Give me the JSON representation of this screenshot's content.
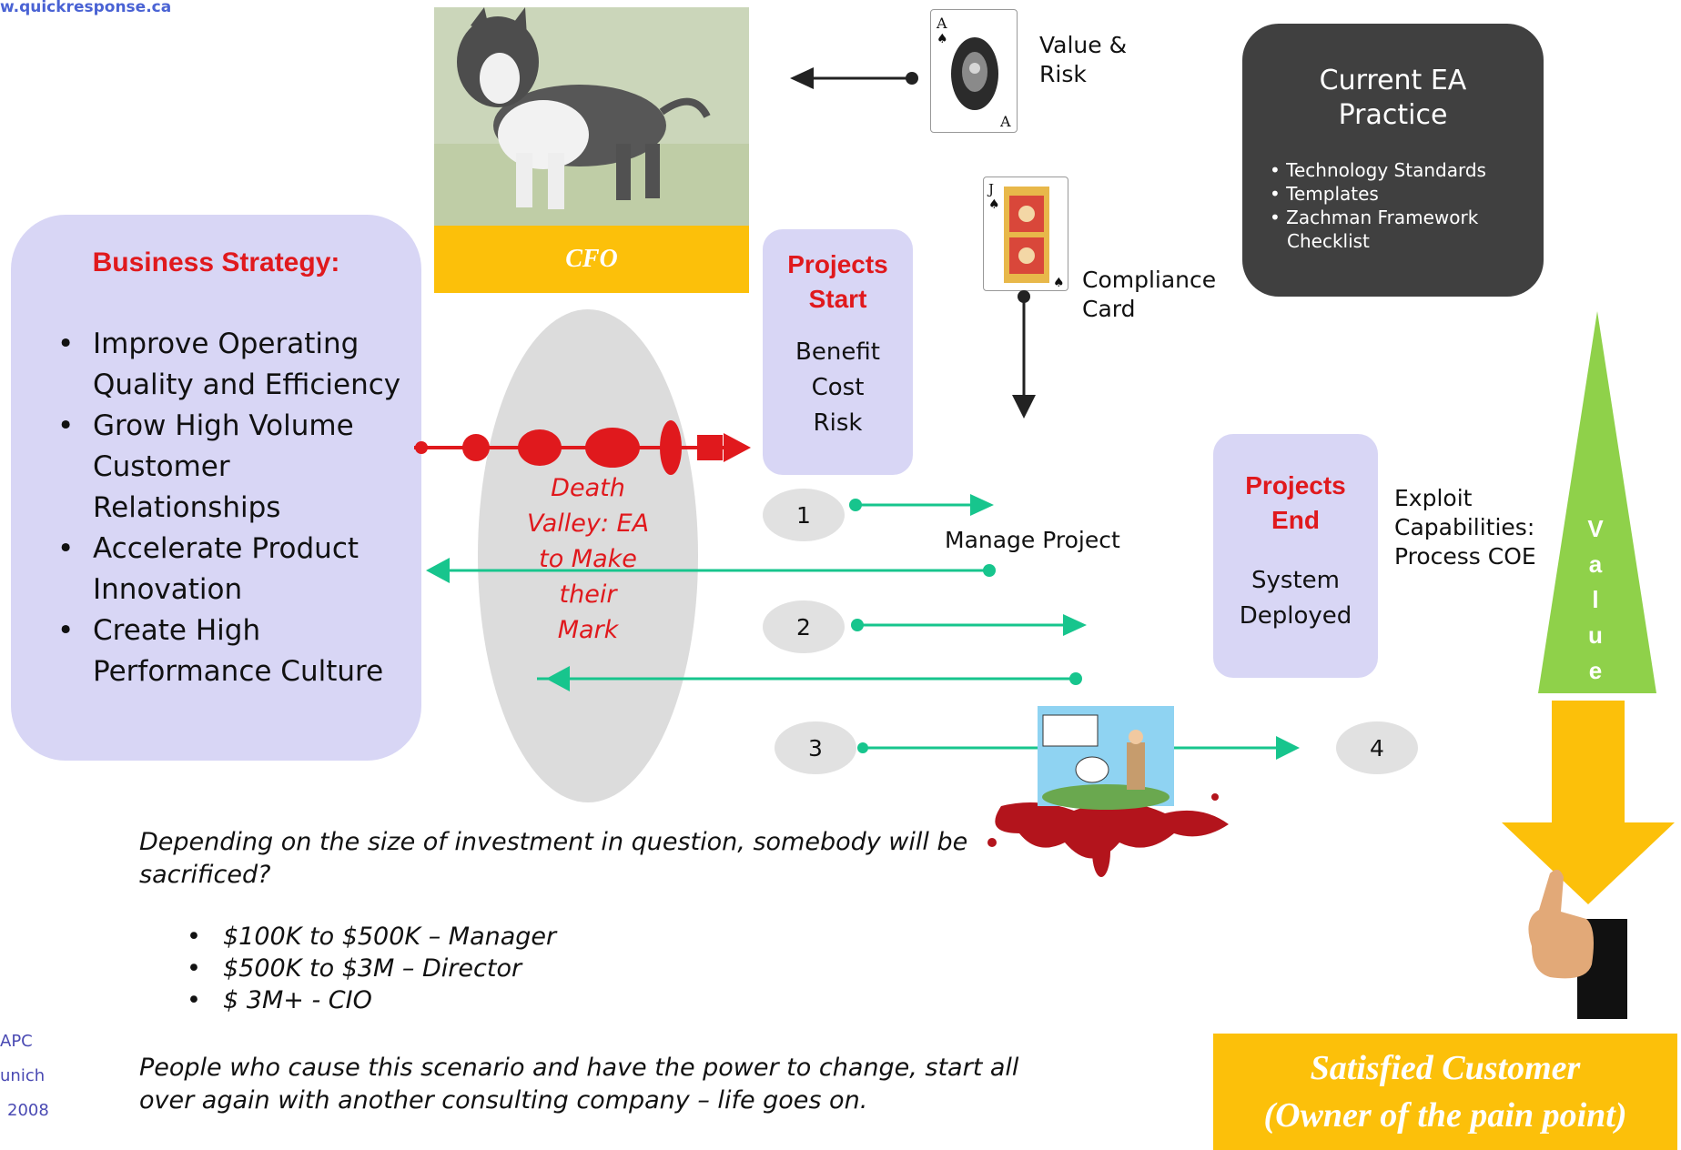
{
  "site_url": "w.quickresponse.ca",
  "cfo_label": "CFO",
  "value_risk_label": "Value & Risk",
  "value_risk_lines": [
    "Value &",
    "Risk"
  ],
  "compliance_lines": [
    "Compliance",
    "Card"
  ],
  "ea_practice": {
    "title_lines": [
      "Current EA",
      "Practice"
    ],
    "items": [
      "Technology Standards",
      "Templates",
      "Zachman Framework Checklist"
    ]
  },
  "business_strategy": {
    "title": "Business Strategy:",
    "items": [
      "Improve Operating Quality and Efficiency",
      "Grow High Volume Customer Relationships",
      "Accelerate Product Innovation",
      "Create High Performance Culture"
    ]
  },
  "valley_lines": [
    "Death",
    "Valley: EA",
    "to Make",
    "their",
    "Mark"
  ],
  "projects_start": {
    "title_lines": [
      "Projects",
      "Start"
    ],
    "items": [
      "Benefit",
      "Cost",
      "Risk"
    ]
  },
  "projects_end": {
    "title_lines": [
      "Projects",
      "End"
    ],
    "items": [
      "System",
      "Deployed"
    ]
  },
  "steps": [
    "1",
    "2",
    "3",
    "4"
  ],
  "manage_project": "Manage Project",
  "exploit_lines": [
    "Exploit",
    "Capabilities:",
    "Process COE"
  ],
  "value_letters": [
    "V",
    "a",
    "l",
    "u",
    "e"
  ],
  "sacrifice_note_lines": [
    "Depending on the size of investment in question, somebody will be",
    "sacrificed?"
  ],
  "investments": [
    "$100K to $500K – Manager",
    "$500K to $3M – Director",
    "$ 3M+   - CIO"
  ],
  "people_note_lines": [
    "People who cause this scenario and have the power to change, start all",
    "over again with another consulting company – life goes on."
  ],
  "footer_lines": [
    "APC",
    "unich",
    "2008"
  ],
  "satisfied_lines": [
    "Satisfied Customer",
    "(Owner of the pain point)"
  ],
  "colors": {
    "red": "#e0191d",
    "teal": "#17c58d",
    "lavender": "#d8d6f5",
    "yellow": "#fcc00a",
    "green": "#8fd14a",
    "dark": "#404040"
  }
}
